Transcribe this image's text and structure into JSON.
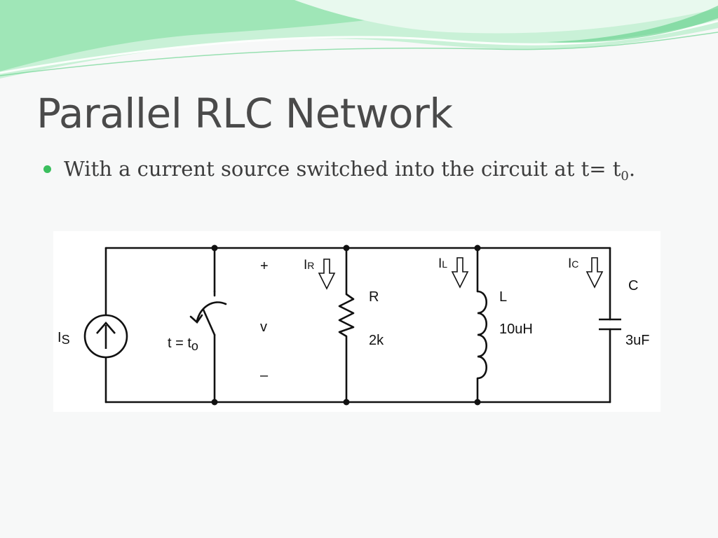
{
  "slide": {
    "title": "Parallel RLC Network",
    "bullet": {
      "text_prefix": "With a current source switched into the circuit at t= t",
      "subscript": "0",
      "text_suffix": "."
    }
  },
  "circuit": {
    "source_label": "I",
    "source_label_sub": "S",
    "switch_label": "t = t",
    "switch_label_sub": "o",
    "voltage_plus": "+",
    "voltage_label": "v",
    "voltage_minus": "–",
    "current_r": "I",
    "current_r_sub": "R",
    "current_l": "I",
    "current_l_sub": "L",
    "current_c": "I",
    "current_c_sub": "C",
    "resistor_name": "R",
    "resistor_value": "2k",
    "inductor_name": "L",
    "inductor_value": "10uH",
    "capacitor_name": "C",
    "capacitor_value": "3uF"
  },
  "colors": {
    "accent": "#3bbf5e",
    "wave_light": "#bfeecf",
    "wave_mid": "#7ddaa0"
  }
}
